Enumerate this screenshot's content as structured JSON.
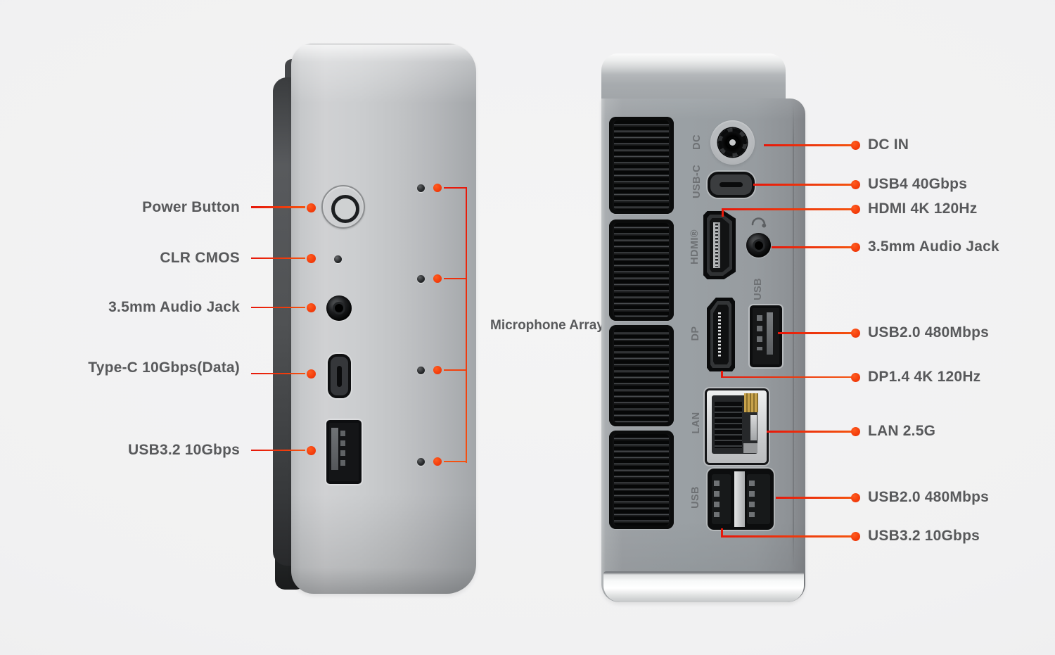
{
  "page": {
    "background": "#f1f1f2",
    "description": "Mini PC ports diagram, front/side view and rear view with callouts"
  },
  "palette": {
    "accent_red": "#e6170a",
    "accent_orange": "#f4530f",
    "callout_dot": "#f23b0a",
    "label_text": "#58595b",
    "panel_label_text": "#6e7174",
    "device_silver": "#c6c8ca",
    "rear_panel_gray": "#9aa0a4"
  },
  "front_view": {
    "name": "Mini PC front and side view",
    "callouts": [
      {
        "label": "Power Button"
      },
      {
        "label": "CLR CMOS"
      },
      {
        "label": "3.5mm Audio Jack"
      },
      {
        "label": "Type-C 10Gbps(Data)"
      },
      {
        "label": "USB3.2 10Gbps"
      }
    ],
    "mic_callout": {
      "label": "Microphone Array",
      "hole_count": "4"
    }
  },
  "rear_view": {
    "name": "Mini PC rear view",
    "panel_port_labels": {
      "dc": "DC",
      "usb_c": "USB-C",
      "hdmi": "HDMI®",
      "usb_top": "USB",
      "dp": "DP",
      "lan": "LAN",
      "usb_bottom": "USB"
    },
    "callouts": [
      {
        "label": "DC IN"
      },
      {
        "label": "USB4 40Gbps"
      },
      {
        "label": "HDMI 4K 120Hz"
      },
      {
        "label": "3.5mm Audio Jack"
      },
      {
        "label": "USB2.0 480Mbps"
      },
      {
        "label": "DP1.4 4K 120Hz"
      },
      {
        "label": "LAN 2.5G"
      },
      {
        "label": "USB2.0 480Mbps"
      },
      {
        "label": "USB3.2 10Gbps"
      }
    ]
  }
}
